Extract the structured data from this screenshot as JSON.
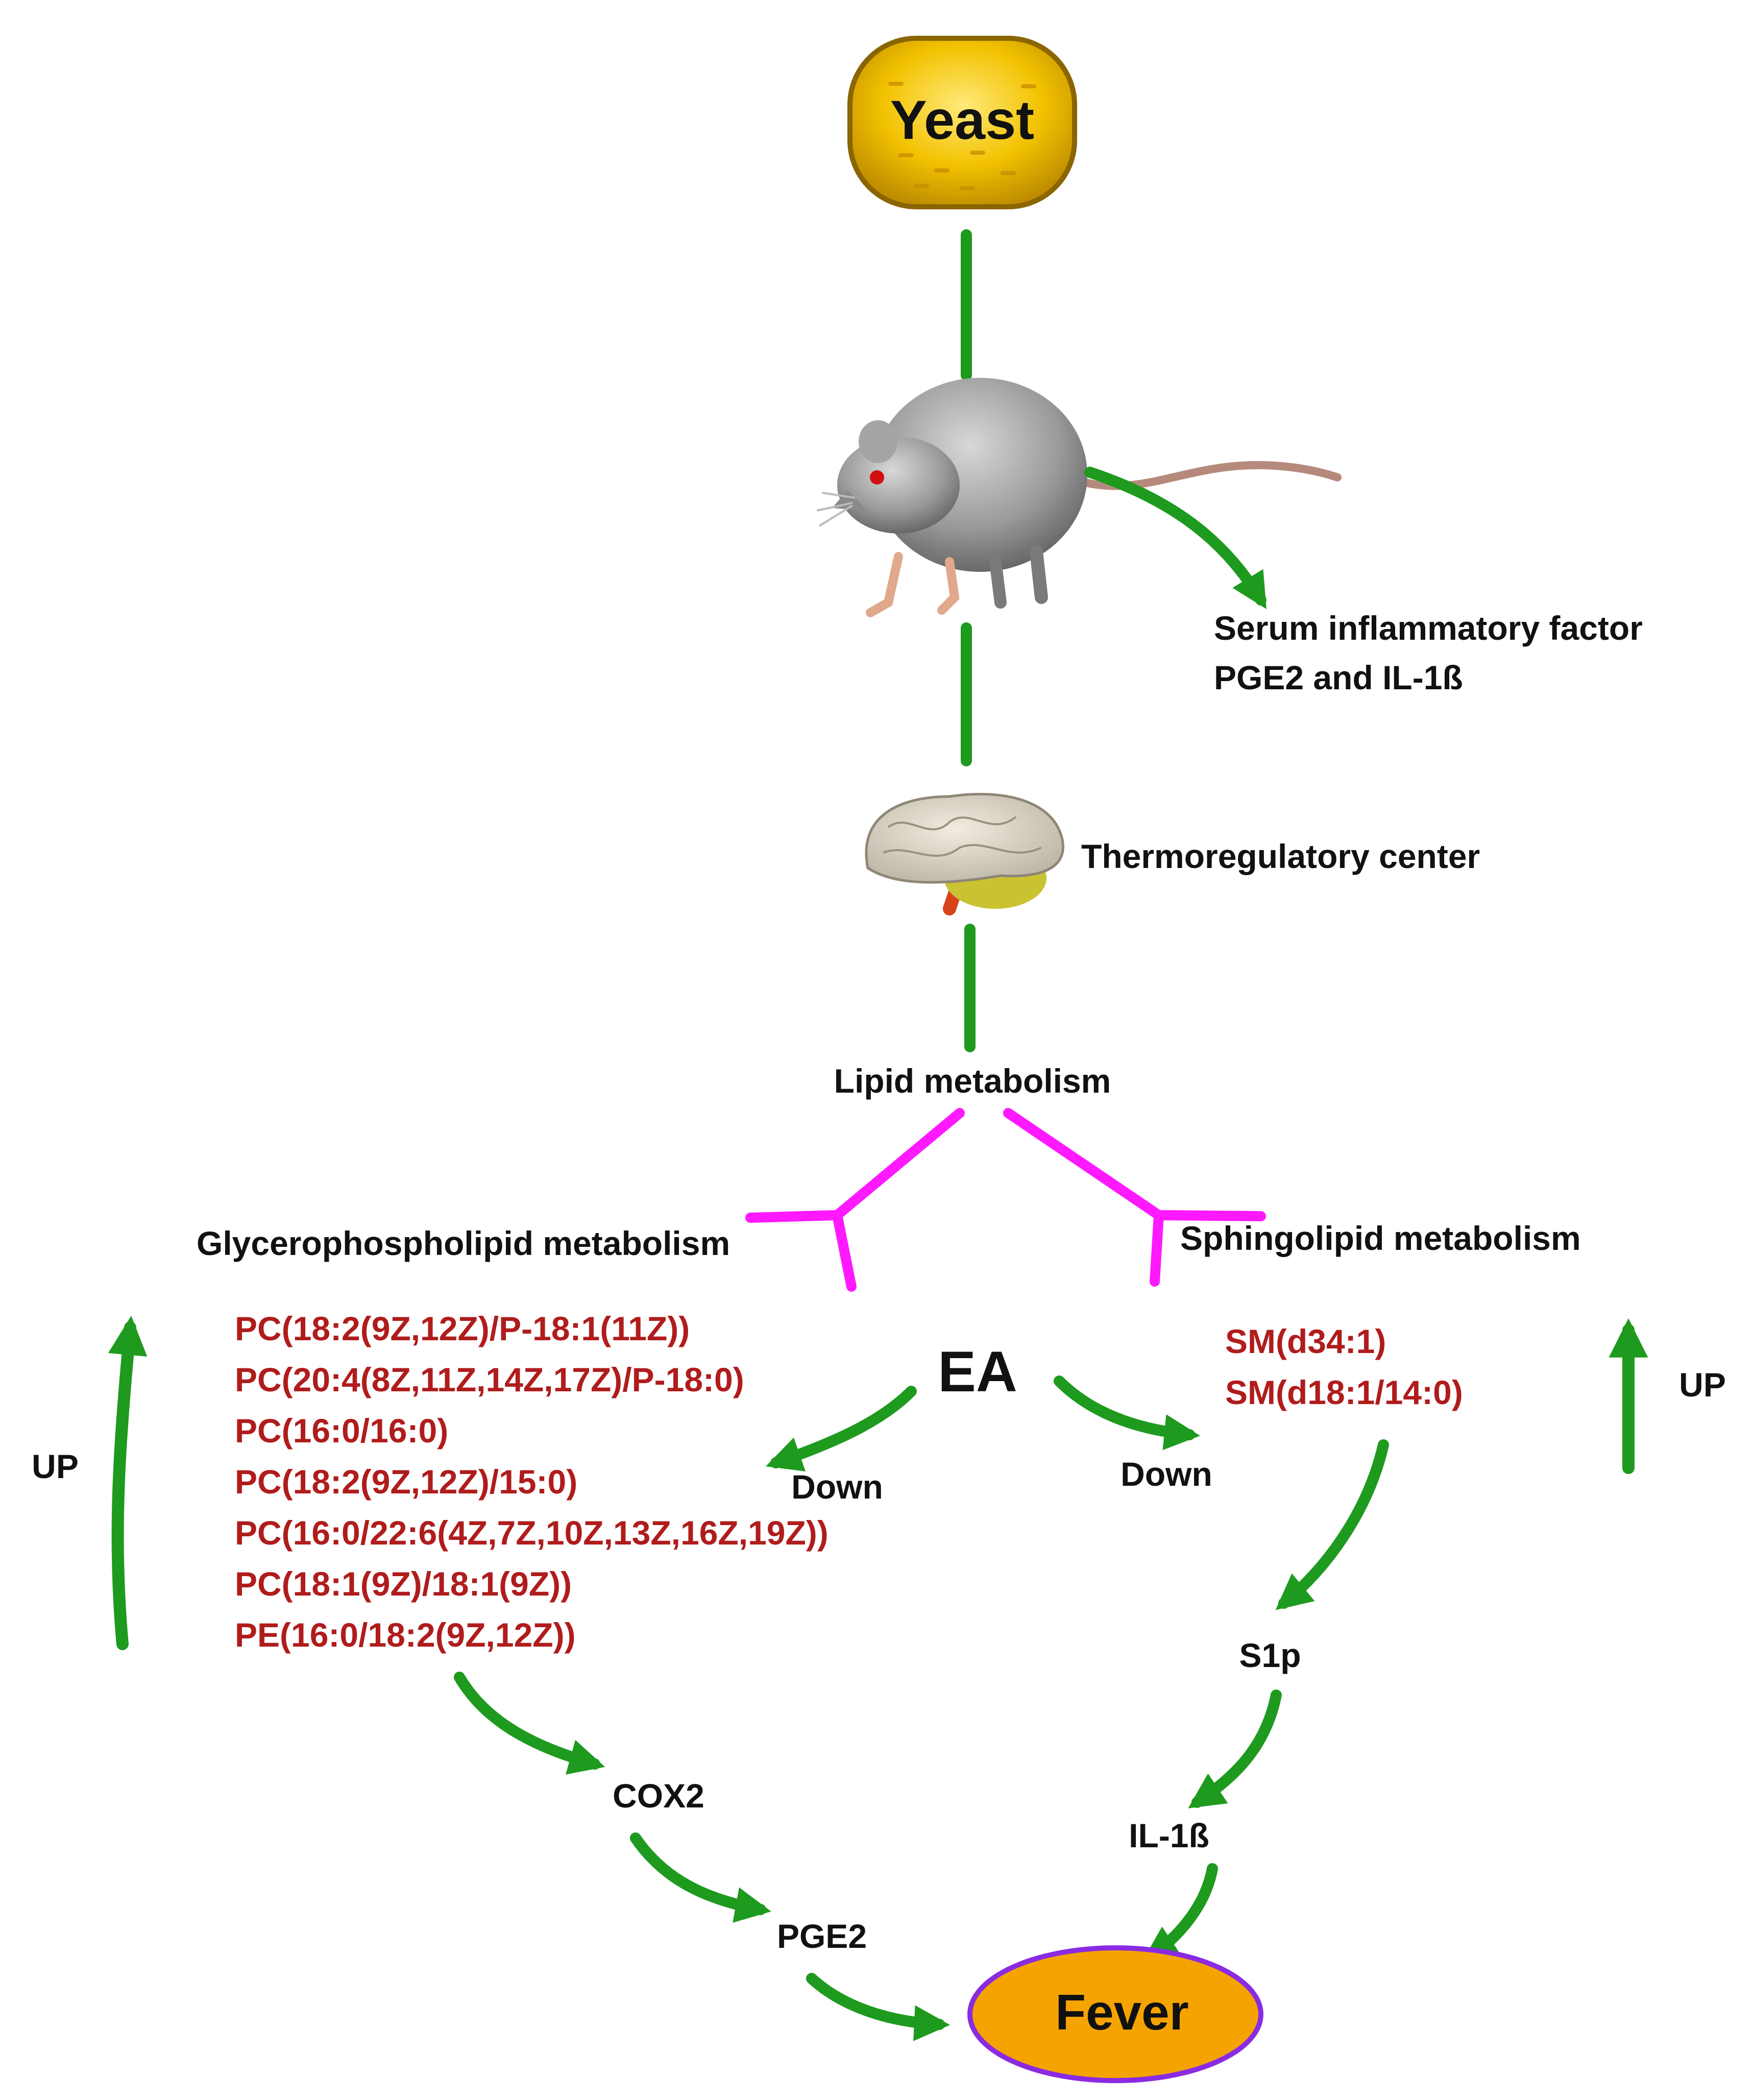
{
  "nodes": {
    "yeast": "Yeast",
    "serum_line1": "Serum inflammatory factor",
    "serum_line2": "PGE2 and IL-1ß",
    "thermoregulatory": "Thermoregulatory center",
    "lipid": "Lipid metabolism",
    "glycero": "Glycerophospholipid metabolism",
    "sphingo": "Sphingolipid metabolism",
    "ea": "EA",
    "down_left": "Down",
    "down_right": "Down",
    "up_left": "UP",
    "up_right": "UP",
    "s1p": "S1p",
    "il1b": "IL-1ß",
    "cox2": "COX2",
    "pge2": "PGE2",
    "fever": "Fever"
  },
  "glycero_lipids": [
    "PC(18:2(9Z,12Z)/P-18:1(11Z))",
    "PC(20:4(8Z,11Z,14Z,17Z)/P-18:0)",
    "PC(16:0/16:0)",
    "PC(18:2(9Z,12Z)/15:0)",
    "PC(16:0/22:6(4Z,7Z,10Z,13Z,16Z,19Z))",
    "PC(18:1(9Z)/18:1(9Z))",
    "PE(16:0/18:2(9Z,12Z))"
  ],
  "sphingo_lipids": [
    "SM(d34:1)",
    "SM(d18:1/14:0)"
  ],
  "colors": {
    "arrow_green": "#1e9a1e",
    "branch_magenta": "#ff19ff",
    "lipid_red": "#b01c1c",
    "yeast_gold": "#e8b400",
    "fever_fill": "#f5a300",
    "fever_border": "#8a2be2"
  },
  "icons": [
    "yeast-cell-icon",
    "rat-icon",
    "brain-icon"
  ]
}
